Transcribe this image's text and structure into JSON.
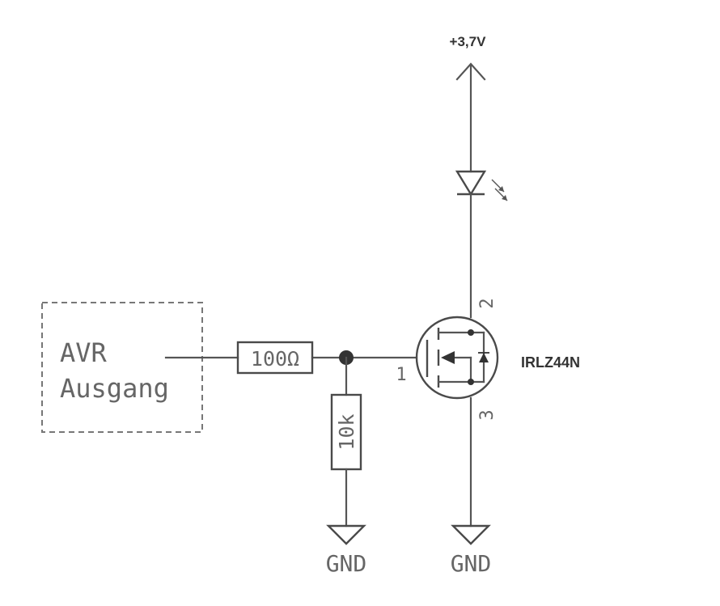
{
  "source": {
    "line1": "AVR",
    "line2": "Ausgang"
  },
  "supply": {
    "label": "+3,7V"
  },
  "series_resistor": {
    "value": "100Ω"
  },
  "pulldown_resistor": {
    "value": "10k"
  },
  "mosfet": {
    "part": "IRLZ44N",
    "pin_gate": "1",
    "pin_drain": "2",
    "pin_source": "3"
  },
  "ground_left": {
    "label": "GND"
  },
  "ground_right": {
    "label": "GND"
  }
}
